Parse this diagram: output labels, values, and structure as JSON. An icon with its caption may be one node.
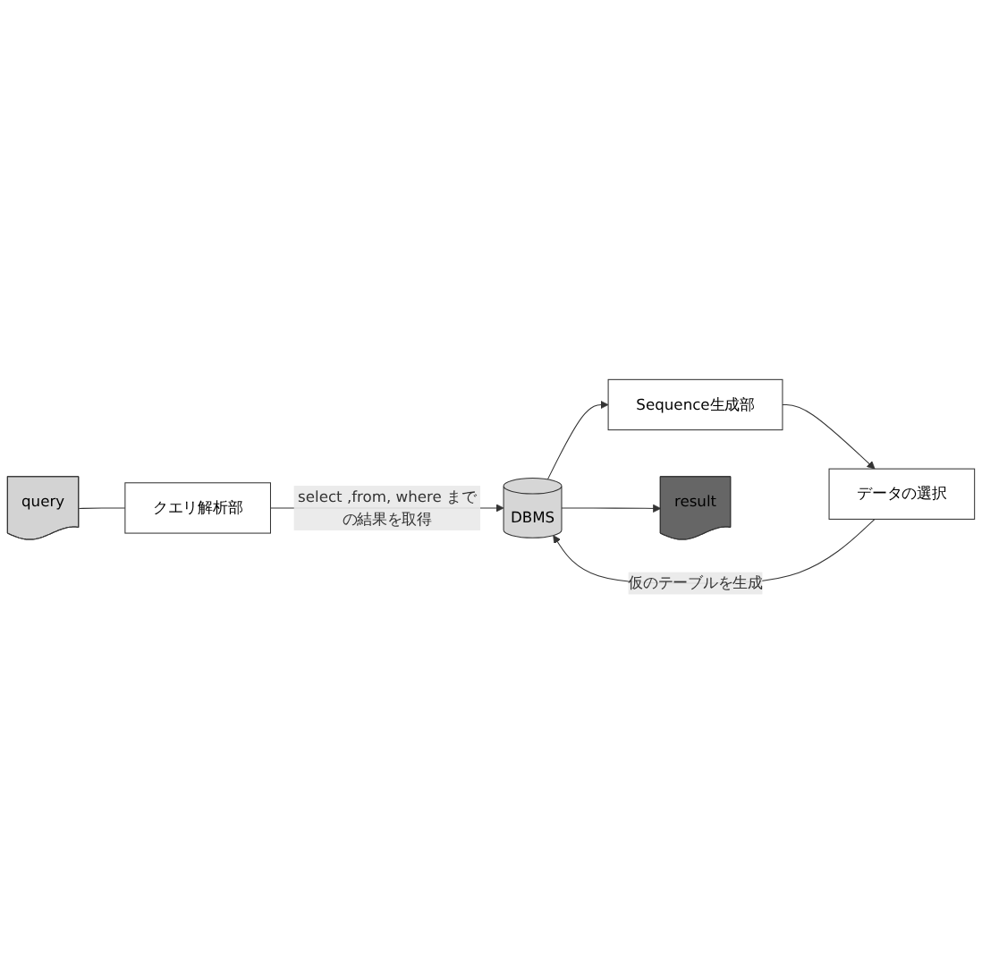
{
  "diagram": {
    "nodes": [
      {
        "text": [
          "query"
        ]
      },
      {
        "text": [
          "クエリ解析部"
        ]
      },
      {
        "text": [
          "DBMS"
        ]
      },
      {
        "text": [
          "Sequence生成部"
        ]
      },
      {
        "text": [
          "データの選択"
        ]
      },
      {
        "text": [
          "result"
        ]
      }
    ],
    "edges": [
      {
        "from": 0,
        "to": 1,
        "arrow": "none"
      },
      {
        "from": 1,
        "to": 2,
        "arrow": "to",
        "label": "select ,from, where までの結果を取得"
      },
      {
        "from": 2,
        "to": 3,
        "arrow": "to"
      },
      {
        "from": 3,
        "to": 4,
        "arrow": "to"
      },
      {
        "from": 4,
        "to": 2,
        "arrow": "to",
        "label": "仮のテーブルを生成"
      },
      {
        "from": 2,
        "to": 5,
        "arrow": "to"
      }
    ]
  }
}
